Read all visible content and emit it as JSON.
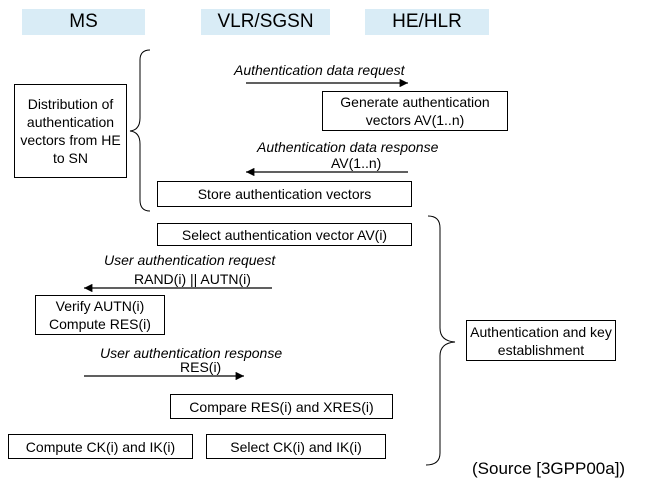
{
  "headers": {
    "ms": "MS",
    "vlr": "VLR/SGSN",
    "he": "HE/HLR"
  },
  "side": {
    "distribution": "Distribution of authentication vectors from HE to SN",
    "auth_key": "Authentication and key establishment"
  },
  "messages": {
    "auth_data_request": "Authentication data request",
    "auth_data_response": "Authentication data response",
    "av_param": "AV(1..n)",
    "user_auth_request": "User authentication request",
    "rand_autn": "RAND(i) || AUTN(i)",
    "user_auth_response": "User authentication response",
    "res": "RES(i)"
  },
  "boxes": {
    "generate": "Generate authentication vectors AV(1..n)",
    "store": "Store authentication vectors",
    "select_av": "Select authentication vector AV(i)",
    "verify": "Verify AUTN(i)",
    "compute_res": "Compute RES(i)",
    "compare": "Compare RES(i) and XRES(i)",
    "compute_ck": "Compute CK(i) and IK(i)",
    "select_ck": "Select CK(i) and IK(i)"
  },
  "source": "(Source [3GPP00a])"
}
